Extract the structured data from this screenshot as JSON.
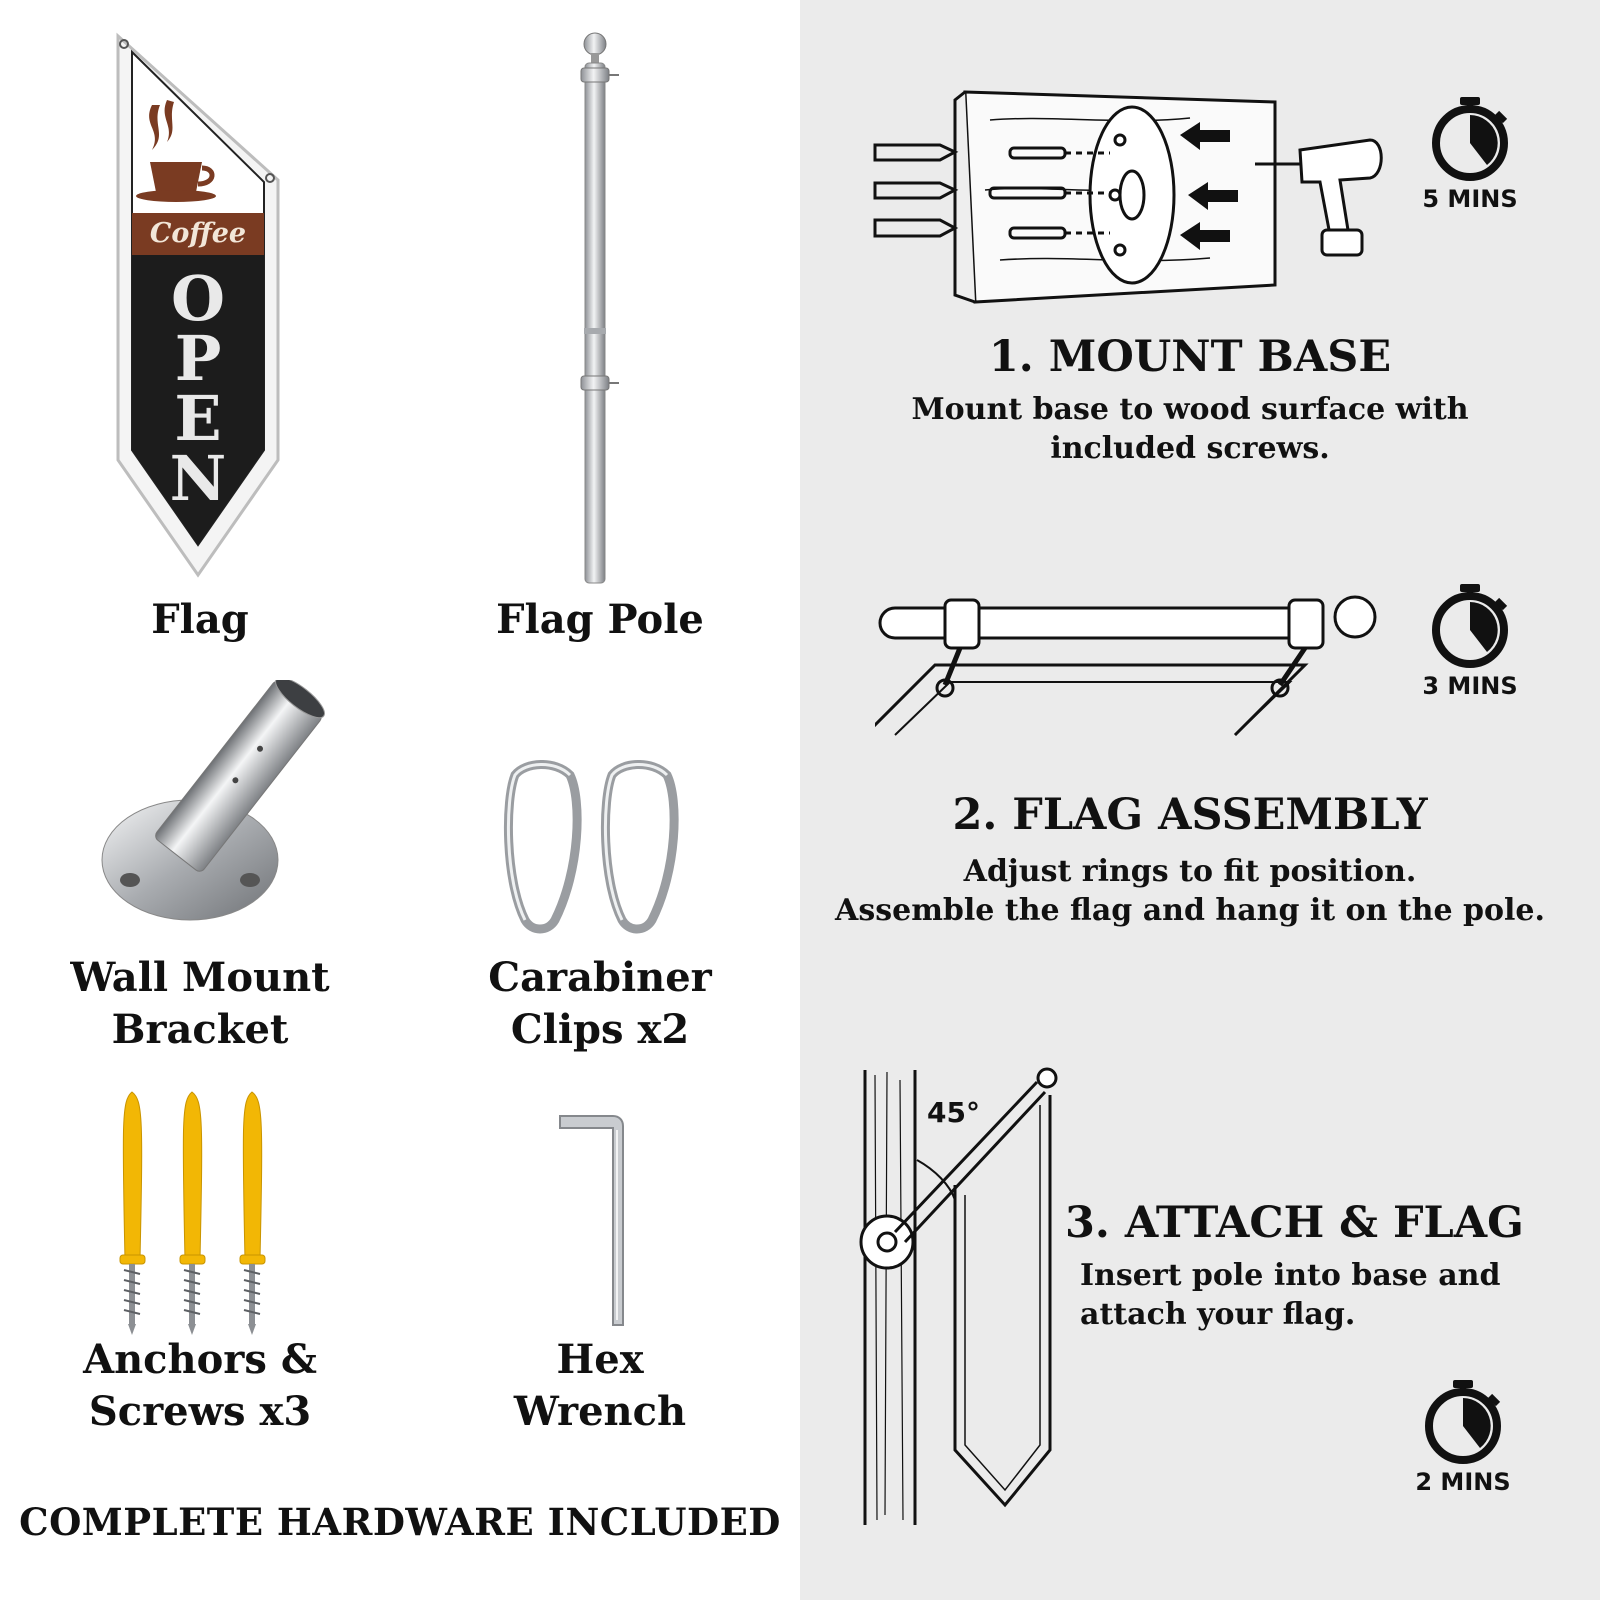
{
  "flag": {
    "brand": "Coffee",
    "word_letters": [
      "O",
      "P",
      "E",
      "N"
    ]
  },
  "hardware": {
    "flag_label": "Flag",
    "pole_label": "Flag Pole",
    "bracket_label": "Wall Mount\nBracket",
    "clips_label": "Carabiner\nClips x2",
    "anchors_label": "Anchors &\nScrews x3",
    "wrench_label": "Hex\nWrench",
    "footer": "COMPLETE HARDWARE INCLUDED"
  },
  "steps": [
    {
      "title": "1. MOUNT BASE",
      "description": "Mount base to wood surface with\nincluded screws.",
      "time": "5 MINS"
    },
    {
      "title": "2. FLAG ASSEMBLY",
      "description": "Adjust rings to fit position.\nAssemble the flag and hang it on the pole.",
      "time": "3 MINS"
    },
    {
      "title": "3. ATTACH & FLAG",
      "description": "Insert pole into base and\nattach your flag.",
      "time": "2 MINS",
      "angle_label": "45°"
    }
  ],
  "colors": {
    "right_panel_bg": "#ebebeb",
    "flag_brown": "#7a3b22",
    "flag_black": "#1c1c1c",
    "anchor_yellow": "#f2b705",
    "steel": "#b9bcc0"
  },
  "icons": {
    "timer": "stopwatch-icon",
    "drill": "drill-icon"
  }
}
